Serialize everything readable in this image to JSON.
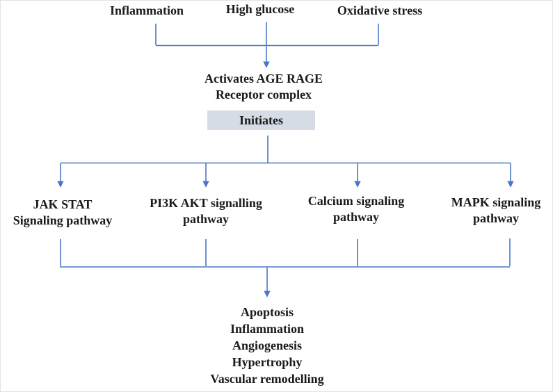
{
  "diagram": {
    "colors": {
      "line_blue": "#4b76c5",
      "initiates_box_bg": "#d6dce5",
      "text": "#1a1a1a"
    },
    "top_factors": [
      {
        "label": "Inflammation"
      },
      {
        "label": "High glucose"
      },
      {
        "label": "Oxidative stress"
      }
    ],
    "receptor": {
      "line1": "Activates AGE RAGE",
      "line2": "Receptor complex"
    },
    "initiates_label": "Initiates",
    "pathways": [
      {
        "line1": "JAK STAT",
        "line2": "Signaling pathway"
      },
      {
        "line1": "PI3K AKT signalling",
        "line2": "pathway"
      },
      {
        "line1": "Calcium signaling",
        "line2": "pathway"
      },
      {
        "line1": "MAPK signaling",
        "line2": "pathway"
      }
    ],
    "outcomes": [
      "Apoptosis",
      "Inflammation",
      "Angiogenesis",
      "Hypertrophy",
      "Vascular remodelling"
    ]
  }
}
